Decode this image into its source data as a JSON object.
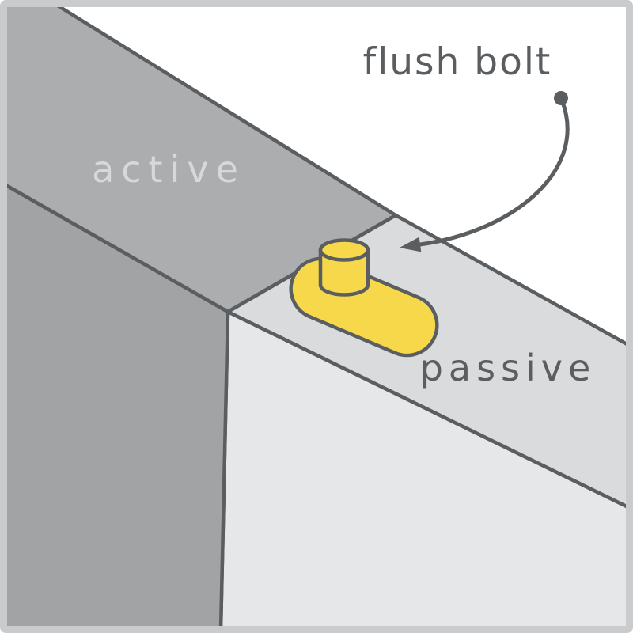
{
  "diagram": {
    "title_label": "flush bolt",
    "active_label": "active",
    "passive_label": "passive"
  },
  "colors": {
    "background": "#ffffff",
    "border": "#c9cbcc",
    "line": "#5b5e60",
    "active_door_top": "#abadaf",
    "active_door_face": "#a1a3a5",
    "passive_door_top": "#d9dbdc",
    "passive_door_face": "#e5e7e8",
    "bolt_yellow": "#f7d84b",
    "active_label_color": "#d6d8d9",
    "dark_label_color": "#5b5e60"
  }
}
